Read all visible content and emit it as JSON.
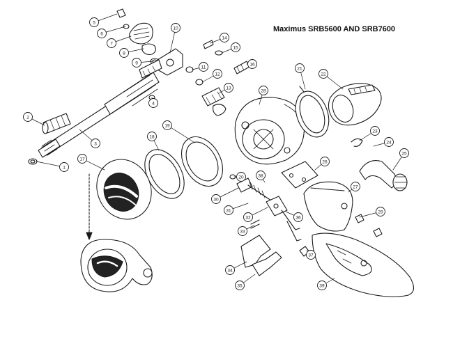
{
  "title": "Maximus SRB5600 AND SRB7600",
  "callouts": [
    "1",
    "2",
    "3",
    "4",
    "5",
    "6",
    "7",
    "8",
    "9",
    "10",
    "11",
    "12",
    "13",
    "14",
    "15",
    "16",
    "17",
    "18",
    "19",
    "20",
    "21",
    "22",
    "23",
    "24",
    "25",
    "26",
    "27",
    "28",
    "29",
    "30",
    "31",
    "32",
    "33",
    "34",
    "35",
    "36",
    "37",
    "38",
    "39"
  ],
  "colors": {
    "line": "#1a1a1a",
    "background": "#ffffff"
  }
}
